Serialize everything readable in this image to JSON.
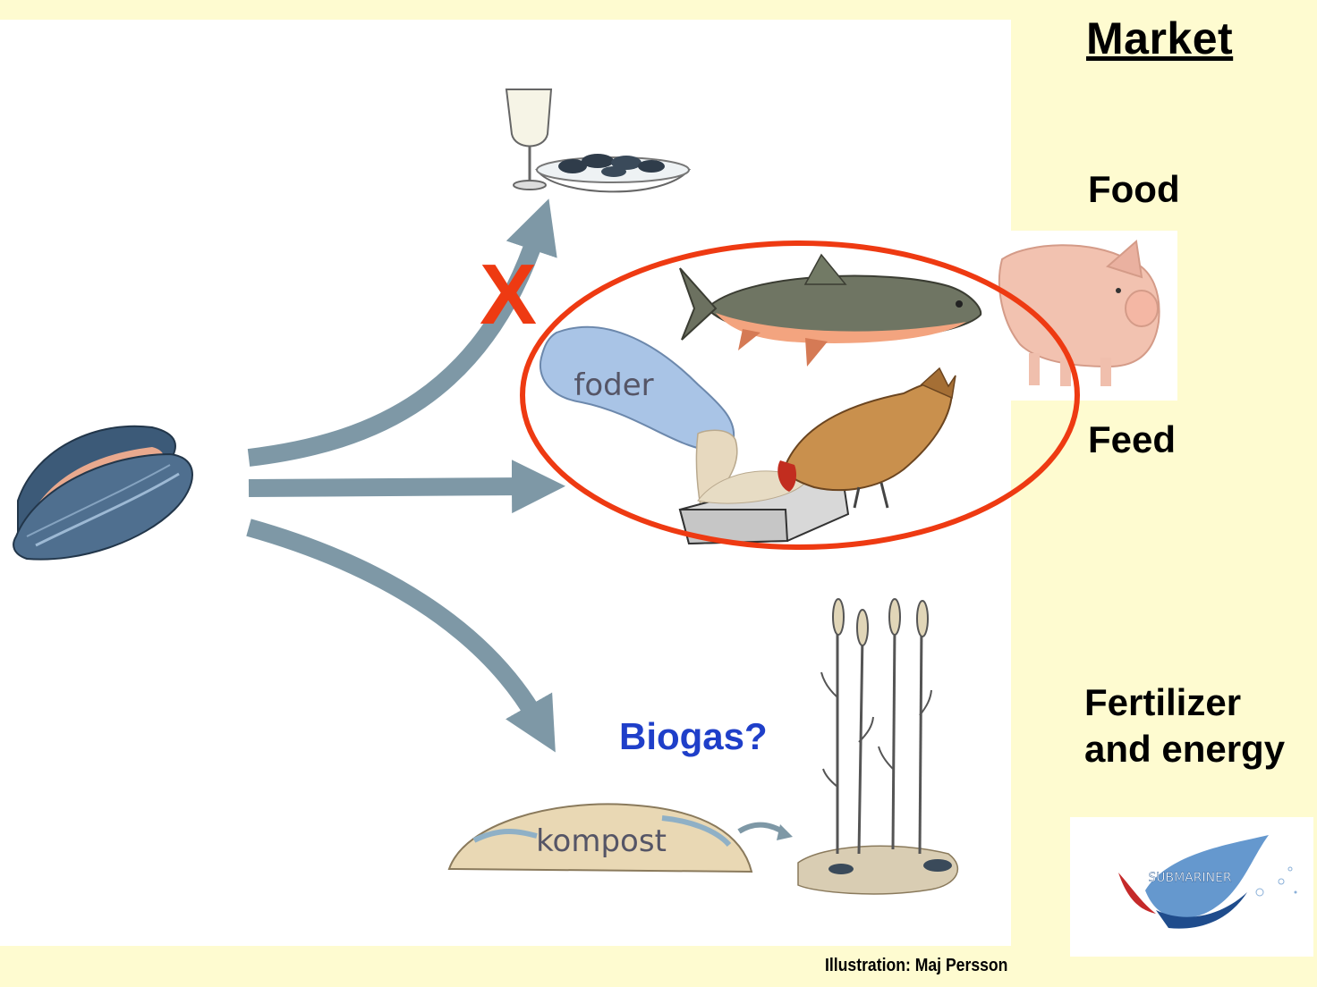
{
  "market": {
    "heading": "Market",
    "food": "Food",
    "feed": "Feed",
    "fertilizer_line1": "Fertilizer",
    "fertilizer_line2": "and energy"
  },
  "labels": {
    "foder": "foder",
    "kompost": "kompost",
    "biogas": "Biogas?",
    "cross_mark": "X"
  },
  "logo_text": "SUBMARINER",
  "credit": "Illustration: Maj Persson",
  "colors": {
    "background": "#fefbd0",
    "arrow": "#7e98a6",
    "highlight_ellipse": "#ee3a12",
    "cross": "#ee3a12",
    "biogas": "#1f3fc9"
  }
}
